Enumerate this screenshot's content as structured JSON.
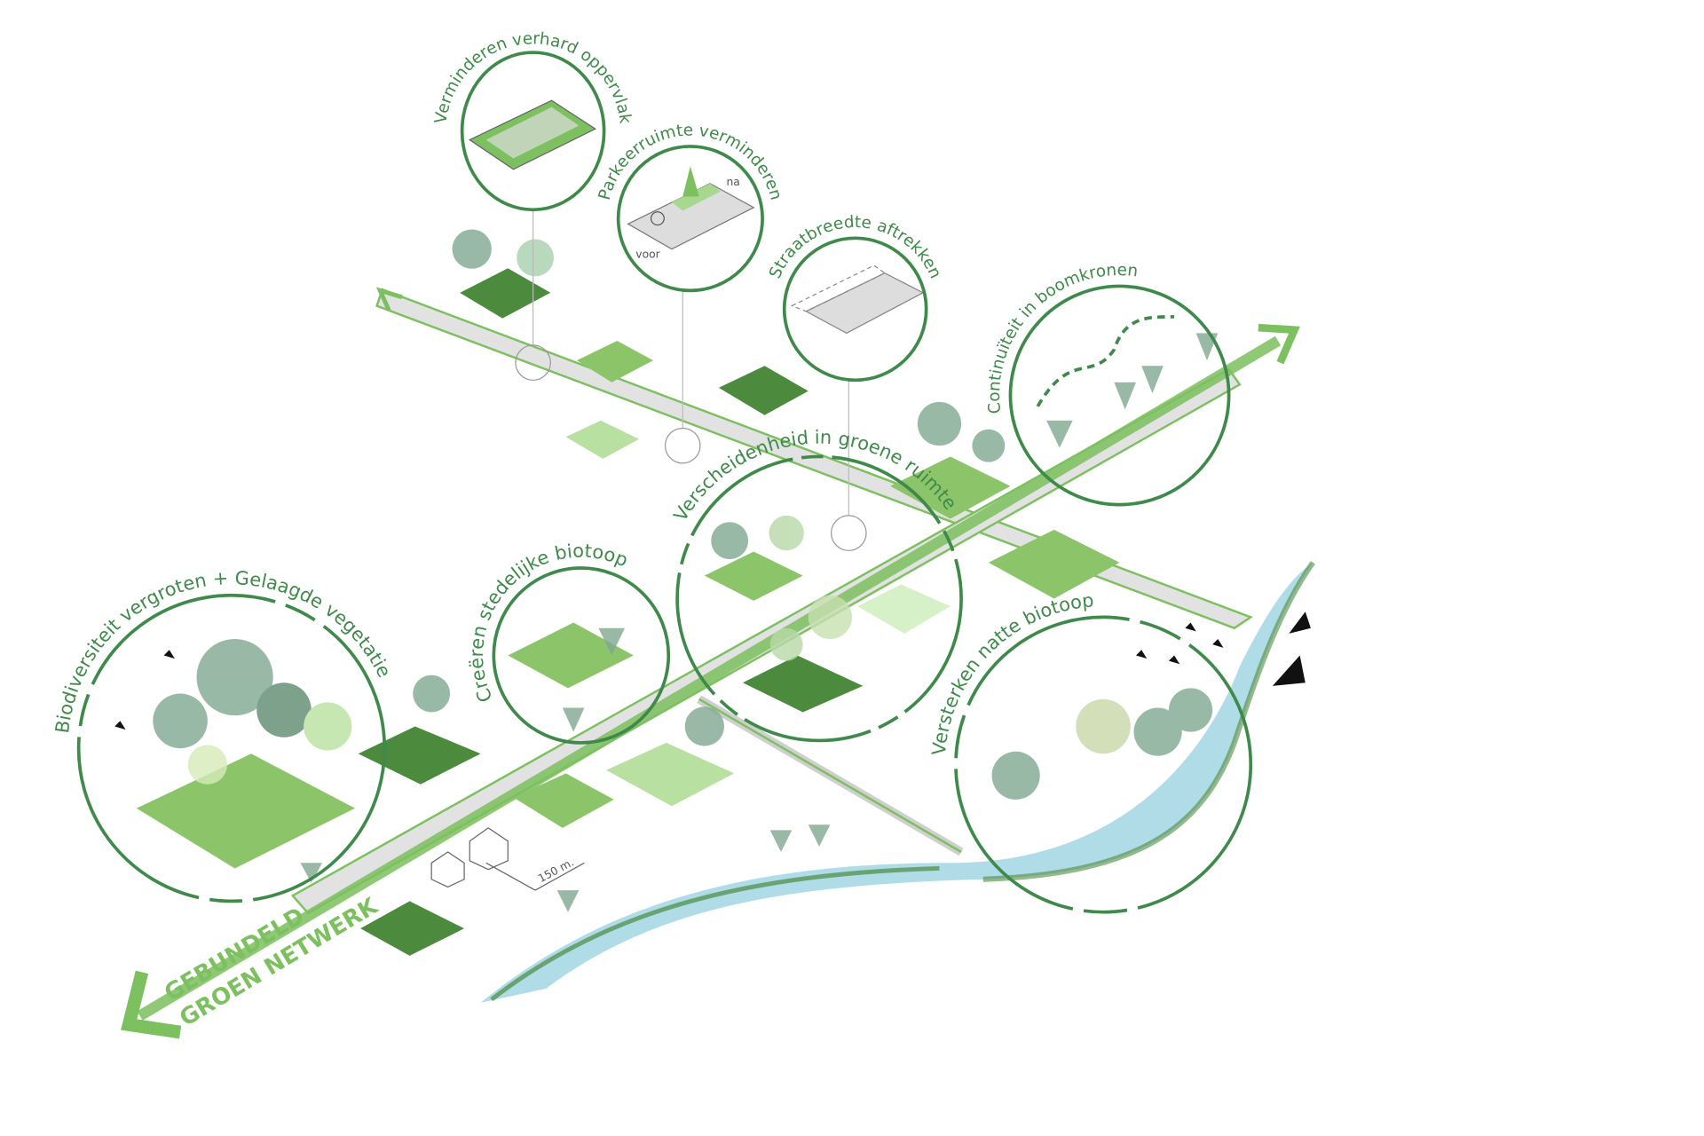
{
  "diagram": {
    "labels": {
      "verhard": "Verminderen verhard oppervlak",
      "parkeer": "Parkeerruimte verminderen",
      "parkeer_na": "na",
      "parkeer_voor": "voor",
      "straat": "Straatbreedte aftrekken",
      "boomkronen": "Continuïteit in boomkronen",
      "verscheidenheid": "Verscheidenheid in groene ruimte",
      "stedelijk": "Creëren stedelijke biotoop",
      "biodiversiteit": "Biodiversiteit vergroten + Gelaagde vegetatie",
      "nat": "Versterken natte biotoop",
      "distance": "150 m.",
      "network_line1": "GEBUNDELD",
      "network_line2": "GROEN NETWERK"
    },
    "colors": {
      "dark_green": "#3f8a4a",
      "light_green": "#7cc05f",
      "grass": "#8cc46a",
      "dark_grass": "#4c8a3e",
      "road": "#e2e2e2",
      "water": "#a6d8e4"
    }
  }
}
